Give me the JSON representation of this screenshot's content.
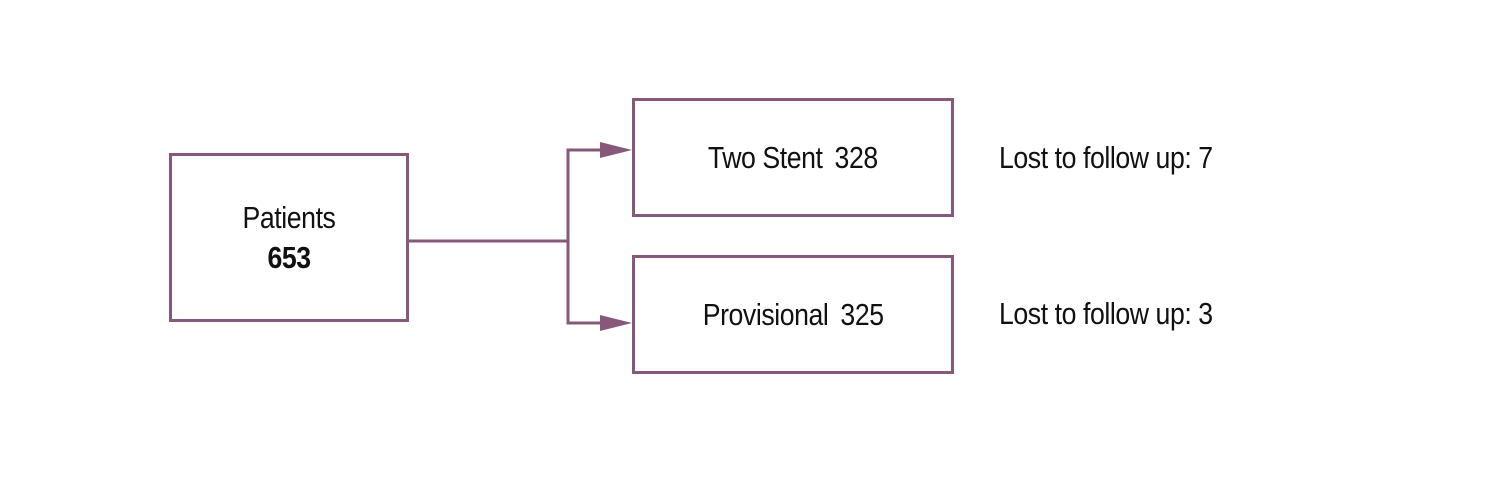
{
  "colors": {
    "stroke": "#86597a",
    "text": "#111111",
    "background": "#ffffff"
  },
  "source": {
    "label": "Patients",
    "count": "653"
  },
  "arms": [
    {
      "label": "Two Stent",
      "count": "328",
      "lost_to_follow_up": "Lost to follow up: 7"
    },
    {
      "label": "Provisional",
      "count": "325",
      "lost_to_follow_up": "Lost to follow up: 3"
    }
  ]
}
